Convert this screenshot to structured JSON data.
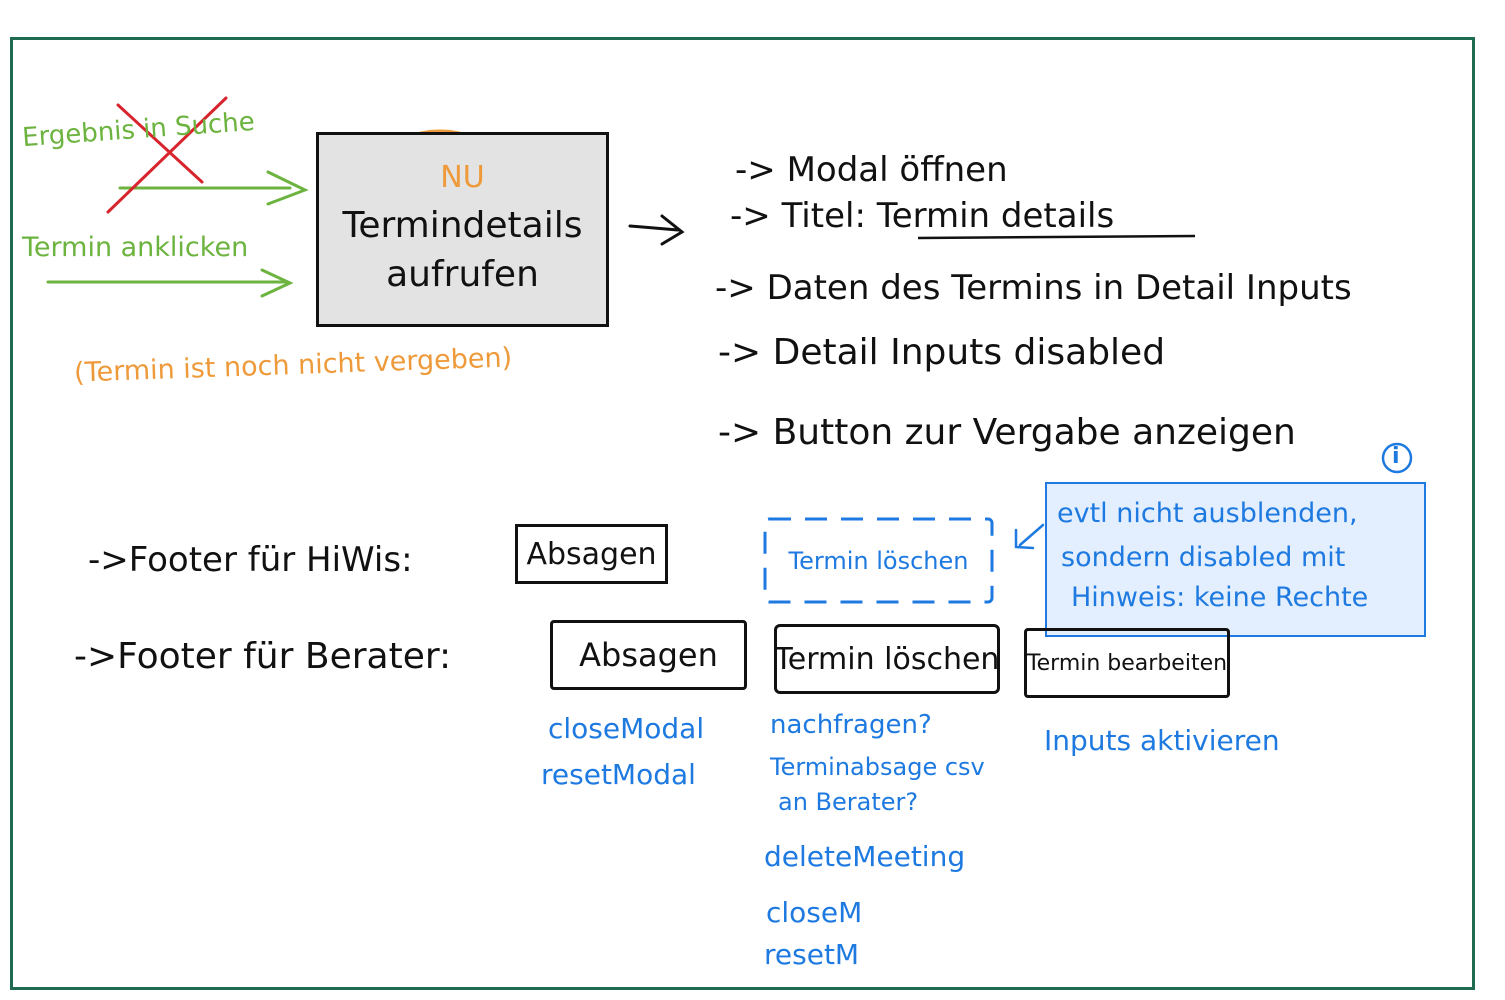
{
  "colors": {
    "frame": "#1e6b52",
    "ink": "#111111",
    "green": "#6cb33f",
    "orange": "#ee9a3a",
    "red": "#d8242c",
    "blue": "#1e7ae0",
    "box_fill": "#e3e3e3",
    "note_fill": "#e3efff"
  },
  "left": {
    "green_top": "Ergebnis in Suche",
    "green_bottom": "Termin anklicken",
    "orange_note": "(Termin ist noch nicht vergeben)"
  },
  "center_box": {
    "badge": "NU",
    "line1": "Termindetails",
    "line2": "aufrufen"
  },
  "steps": [
    {
      "arrow": "->",
      "text": "Modal öffnen"
    },
    {
      "arrow": "->",
      "text": "Titel: Termin details"
    },
    {
      "arrow": "->",
      "text": "Daten des Termins in Detail Inputs"
    },
    {
      "arrow": "->",
      "text": "Detail Inputs disabled"
    },
    {
      "arrow": "->",
      "text": "Button zur Vergabe anzeigen"
    }
  ],
  "info_icon": "i",
  "info_note": {
    "line1": "evtl nicht ausblenden,",
    "line2": "sondern disabled mit",
    "line3": "Hinweis: keine Rechte"
  },
  "footers": {
    "hiwis_label": "->Footer für HiWis:",
    "hiwis_button": "Absagen",
    "hiwis_dashed_button": "Termin löschen",
    "berater_label": "->Footer für Berater:",
    "berater_buttons": [
      "Absagen",
      "Termin löschen",
      "Termin bearbeiten"
    ]
  },
  "actions": {
    "absagen": [
      "closeModal",
      "resetModal"
    ],
    "loeschen": [
      "nachfragen?",
      "Terminabsage csv",
      "an Berater?",
      "deleteMeeting",
      "closeM",
      "resetM"
    ],
    "bearbeiten": [
      "Inputs aktivieren"
    ]
  }
}
